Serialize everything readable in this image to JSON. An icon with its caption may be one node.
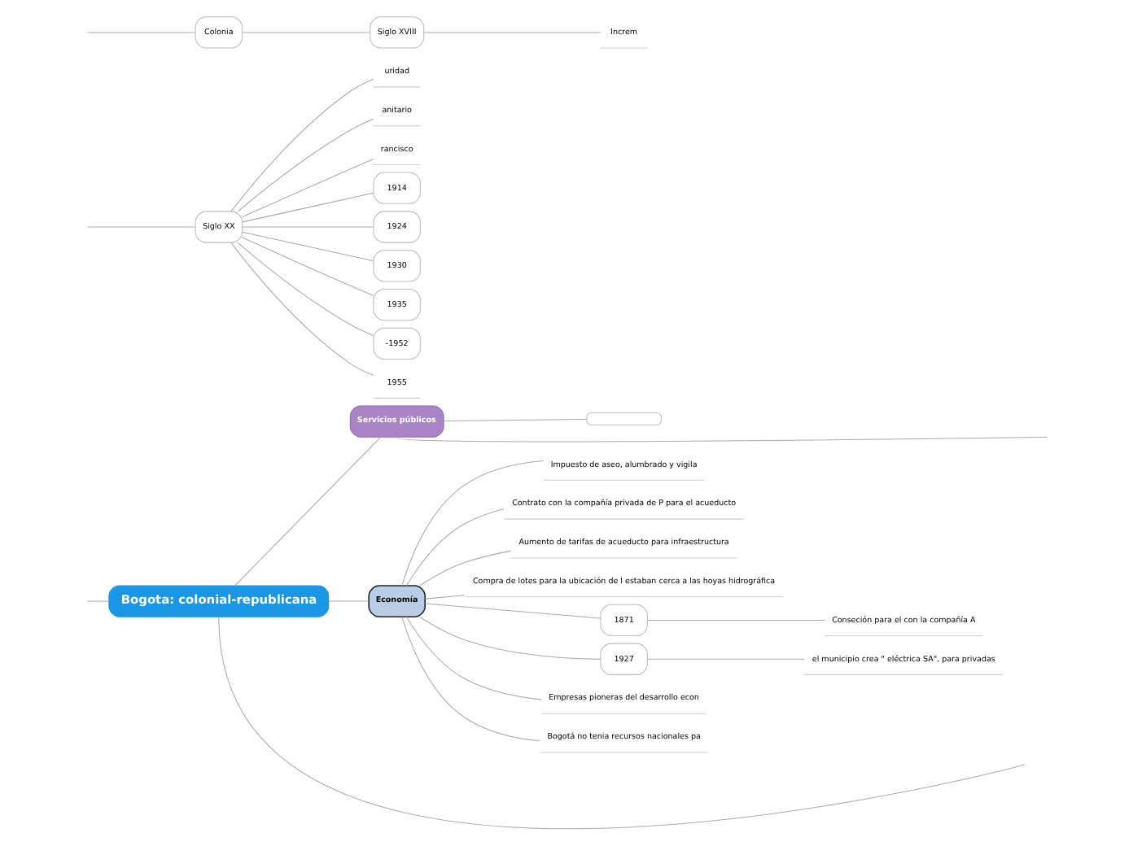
{
  "diagram": {
    "nodes": [
      {
        "text": [
          "Bogota: colonial-republicana"
        ]
      },
      {
        "text": [
          "Servicios públicos"
        ]
      },
      {
        "text": [],
        "shape": "box"
      },
      {
        "text": [
          "Siglo XX"
        ]
      },
      {
        "text": [
          "uridad"
        ]
      },
      {
        "text": [
          "anitario"
        ]
      },
      {
        "text": [
          "rancisco"
        ]
      },
      {
        "text": [
          "1914"
        ]
      },
      {
        "text": [
          "1924"
        ]
      },
      {
        "text": [
          "1930"
        ]
      },
      {
        "text": [
          "1935"
        ]
      },
      {
        "text": [
          "-1952"
        ]
      },
      {
        "text": [
          "1955"
        ]
      },
      {
        "text": [
          "Economía"
        ]
      },
      {
        "text": [
          "Impuesto de aseo, alumbrado y vigila"
        ]
      },
      {
        "text": [
          "Contrato con la compañía privada de P para el acueducto"
        ]
      },
      {
        "text": [
          "Aumento de tarifas de acueducto para infraestructura"
        ]
      },
      {
        "text": [
          "Compra de lotes para la ubicación de l estaban cerca a las hoyas hidrográfica"
        ]
      },
      {
        "text": [
          "1871"
        ]
      },
      {
        "text": [
          "Conseción para el con la compañía A"
        ]
      },
      {
        "text": [
          "1927"
        ]
      },
      {
        "text": [
          "el municipio crea \" eléctrica SA\", para privadas"
        ]
      },
      {
        "text": [
          "Empresas pioneras del desarrollo econ"
        ]
      },
      {
        "text": [
          "Bogotá no tenia recursos nacionales pa"
        ]
      },
      {
        "text": [
          "Colonia"
        ]
      },
      {
        "text": [
          "Siglo XVIII"
        ]
      },
      {
        "text": [
          "Increm"
        ]
      }
    ],
    "edges": [
      {
        "from": null,
        "to": 0,
        "arrow": "none"
      },
      {
        "from": 0,
        "to": 1,
        "arrow": "none"
      },
      {
        "from": 1,
        "to": 2,
        "arrow": "none"
      },
      {
        "from": null,
        "to": 3,
        "arrow": "none"
      },
      {
        "from": 3,
        "to": 4,
        "arrow": "none"
      },
      {
        "from": 3,
        "to": 5,
        "arrow": "none"
      },
      {
        "from": 3,
        "to": 6,
        "arrow": "none"
      },
      {
        "from": 3,
        "to": 7,
        "arrow": "none"
      },
      {
        "from": 3,
        "to": 8,
        "arrow": "none"
      },
      {
        "from": 3,
        "to": 9,
        "arrow": "none"
      },
      {
        "from": 3,
        "to": 10,
        "arrow": "none"
      },
      {
        "from": 3,
        "to": 11,
        "arrow": "none"
      },
      {
        "from": 3,
        "to": 12,
        "arrow": "none"
      },
      {
        "from": 0,
        "to": 13,
        "arrow": "none"
      },
      {
        "from": 13,
        "to": 14,
        "arrow": "none"
      },
      {
        "from": 13,
        "to": 15,
        "arrow": "none"
      },
      {
        "from": 13,
        "to": 16,
        "arrow": "none"
      },
      {
        "from": 13,
        "to": 17,
        "arrow": "none"
      },
      {
        "from": 13,
        "to": 18,
        "arrow": "none"
      },
      {
        "from": 18,
        "to": 19,
        "arrow": "none"
      },
      {
        "from": 13,
        "to": 20,
        "arrow": "none"
      },
      {
        "from": 20,
        "to": 21,
        "arrow": "none"
      },
      {
        "from": 13,
        "to": 22,
        "arrow": "none"
      },
      {
        "from": 13,
        "to": 23,
        "arrow": "none"
      },
      {
        "from": 0,
        "to": null,
        "arrow": "none"
      },
      {
        "from": 1,
        "to": null,
        "arrow": "none"
      },
      {
        "from": null,
        "to": 24,
        "arrow": "none"
      },
      {
        "from": 24,
        "to": 25,
        "arrow": "none"
      },
      {
        "from": 25,
        "to": 26,
        "arrow": "none"
      }
    ]
  }
}
